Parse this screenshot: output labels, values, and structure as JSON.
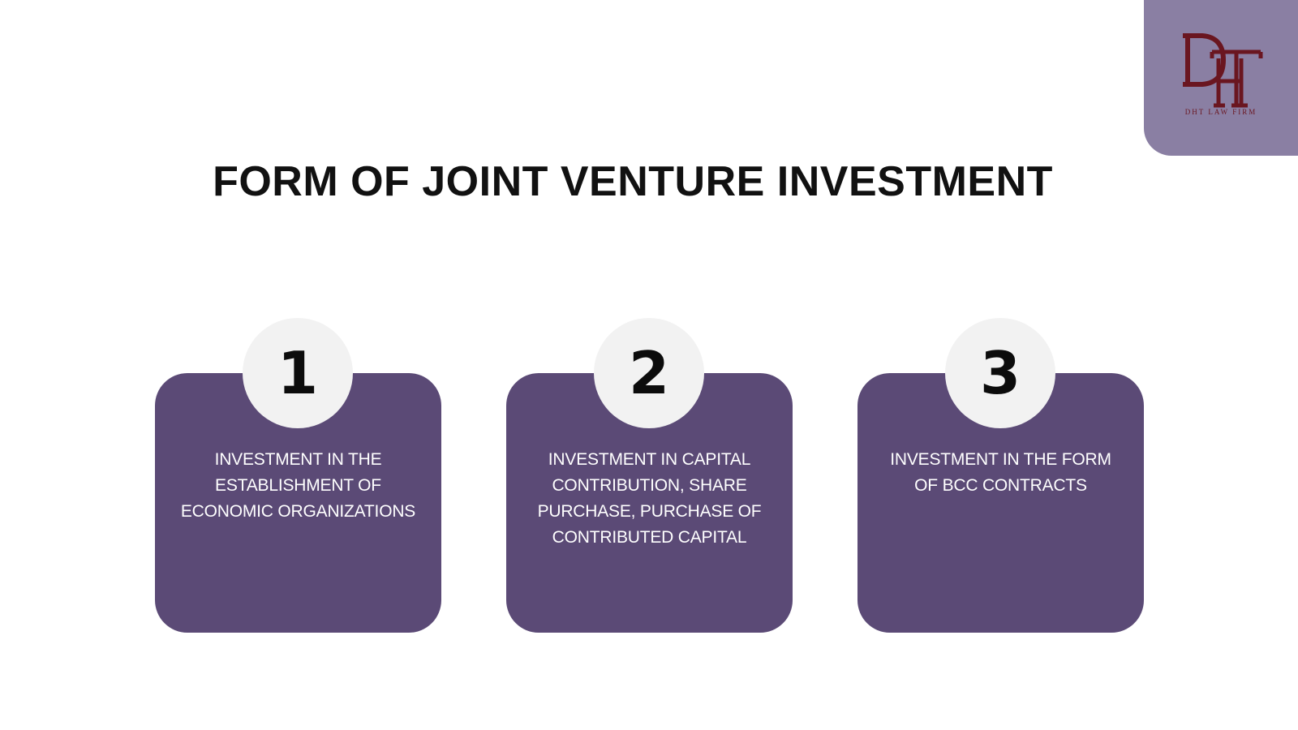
{
  "logo": {
    "caption": "DHT LAW FIRM",
    "brand_color": "#6a1620",
    "panel_color": "#8a7fa3"
  },
  "title": "FORM OF JOINT VENTURE INVESTMENT",
  "card_color": "#5b4a76",
  "items": [
    {
      "number": "1",
      "text": "INVESTMENT IN THE ESTABLISHMENT OF ECONOMIC ORGANIZATIONS"
    },
    {
      "number": "2",
      "text": "INVESTMENT IN CAPITAL CONTRIBUTION, SHARE PURCHASE, PURCHASE OF CONTRIBUTED CAPITAL"
    },
    {
      "number": "3",
      "text": "INVESTMENT IN THE FORM OF BCC CONTRACTS"
    }
  ]
}
